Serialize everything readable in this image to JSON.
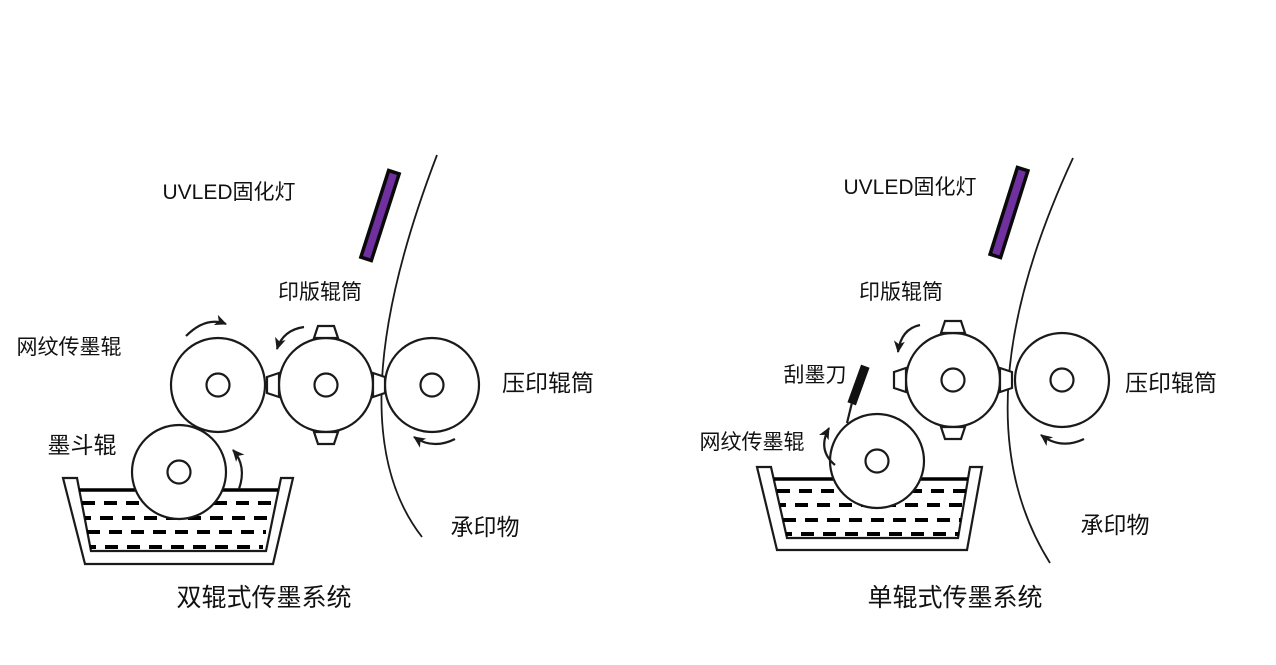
{
  "page": {
    "background": "#ffffff"
  },
  "colors": {
    "uv_lamp_fill": "#7030A0",
    "line": "#1a1a1a",
    "ink": "#000000"
  },
  "left_diagram": {
    "caption": "双辊式传墨系统",
    "labels": {
      "uvled_lamp": "UVLED固化灯",
      "plate_cylinder": "印版辊筒",
      "anilox_roller": "网纹传墨辊",
      "ink_fountain_roller": "墨斗辊",
      "impression_cylinder": "压印辊筒",
      "substrate": "承印物"
    }
  },
  "right_diagram": {
    "caption": "单辊式传墨系统",
    "labels": {
      "uvled_lamp": "UVLED固化灯",
      "plate_cylinder": "印版辊筒",
      "anilox_roller": "网纹传墨辊",
      "doctor_blade": "刮墨刀",
      "impression_cylinder": "压印辊筒",
      "substrate": "承印物"
    }
  }
}
